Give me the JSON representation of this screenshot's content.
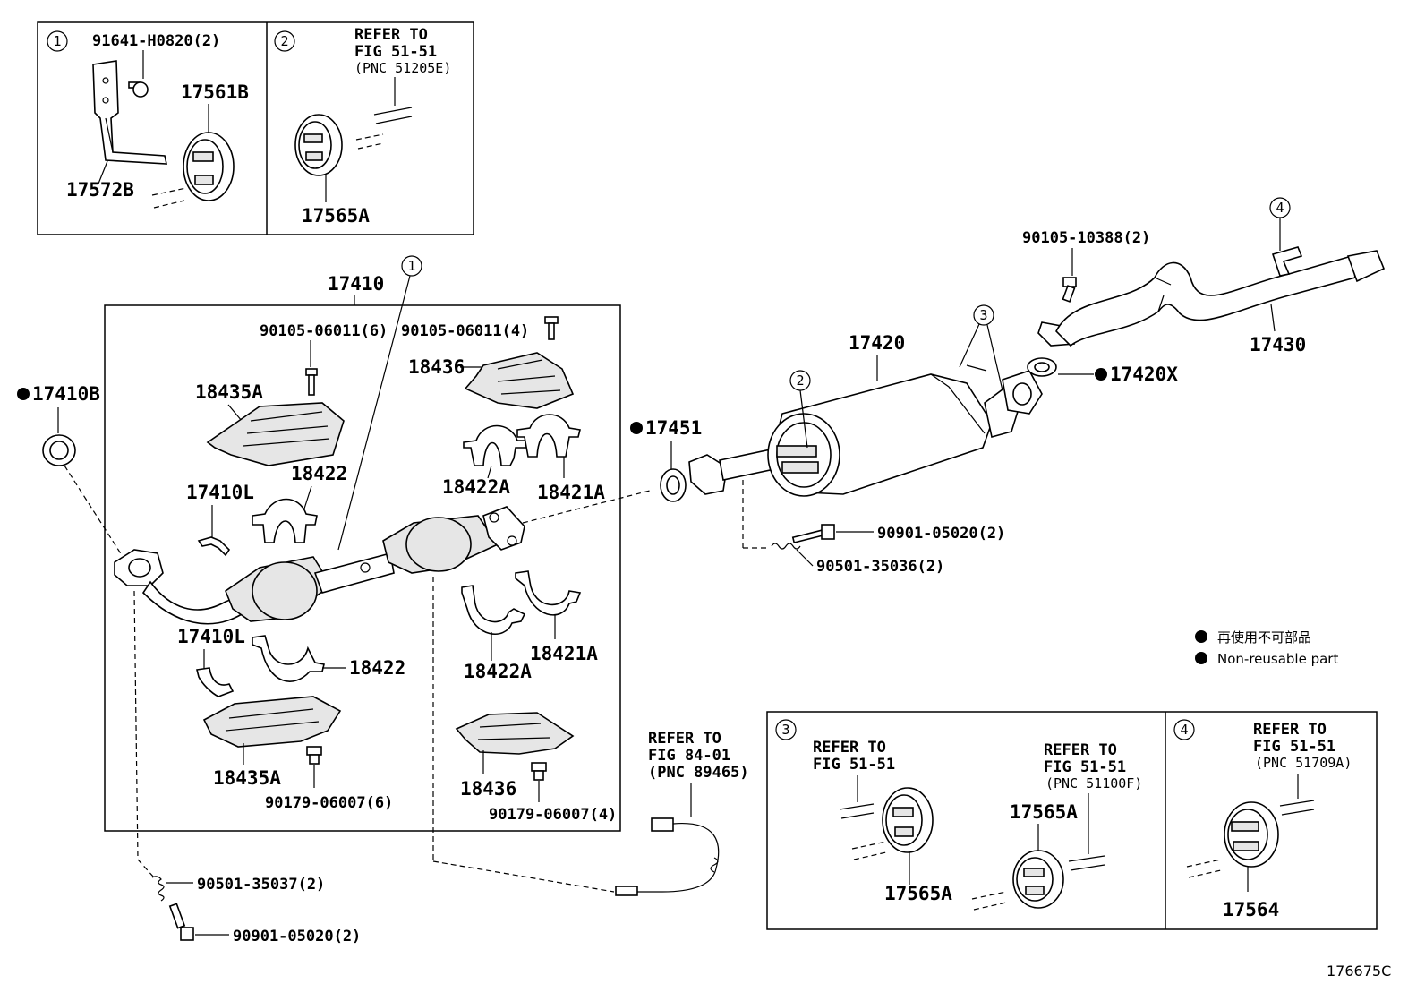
{
  "title": "",
  "figure_code": "176675C",
  "legend": {
    "symbol": "●",
    "japanese": "再使用不可部品",
    "english": "Non-reusable part"
  },
  "insets": {
    "i1": {
      "marker": "1",
      "bolt": "91641-H0820(2)",
      "hanger": "17561B",
      "bracket": "17572B"
    },
    "i2": {
      "marker": "2",
      "refer1": "REFER TO",
      "refer2": "FIG 51-51",
      "refer3": "(PNC 51205E)",
      "hanger": "17565A"
    },
    "i3": {
      "marker": "3",
      "refer_a1": "REFER TO",
      "refer_a2": "FIG 51-51",
      "refer_b1": "REFER TO",
      "refer_b2": "FIG 51-51",
      "refer_b3": "(PNC 51100F)",
      "hanger_a": "17565A",
      "hanger_b": "17565A"
    },
    "i4": {
      "marker": "4",
      "refer1": "REFER TO",
      "refer2": "FIG 51-51",
      "refer3": "(PNC 51709A)",
      "hanger": "17564"
    }
  },
  "parts": {
    "front_pipe_group": "17410",
    "gasket_front": "17410B",
    "bolt_top_left": "90105-06011(6)",
    "bolt_top_right": "90105-06011(4)",
    "insulator_a_top": "18435A",
    "insulator_b_top": "18436",
    "clamp_18422_top": "18422",
    "clamp_18422a_top": "18422A",
    "clamp_18421a_top": "18421A",
    "clamp_17410l_top": "17410L",
    "clamp_17410l_bottom": "17410L",
    "clamp_18422_bottom": "18422",
    "clamp_18422a_bottom": "18422A",
    "clamp_18421a_bottom": "18421A",
    "insulator_a_bottom": "18435A",
    "insulator_b_bottom": "18436",
    "nut_left": "90179-06007(6)",
    "nut_right": "90179-06007(4)",
    "gasket_mid": "17451",
    "muffler": "17420",
    "gasket_rear": "17420X",
    "tail_pipe": "17430",
    "bolt_tail": "90105-10388(2)",
    "bolt_mid": "90901-05020(2)",
    "spring_mid": "90501-35036(2)",
    "spring_bottom": "90501-35037(2)",
    "bolt_bottom": "90901-05020(2)",
    "sensor_refer1": "REFER TO",
    "sensor_refer2": "FIG 84-01",
    "sensor_refer3": "(PNC 89465)",
    "callout_1": "1",
    "callout_2": "2",
    "callout_3": "3",
    "callout_4": "4"
  }
}
